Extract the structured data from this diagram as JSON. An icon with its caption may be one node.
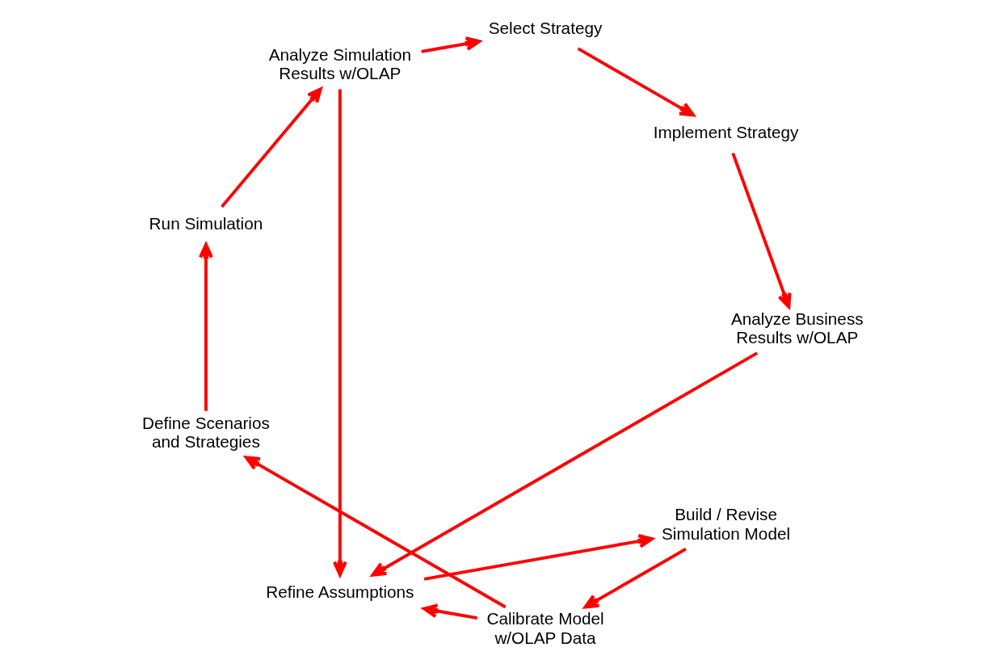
{
  "diagram": {
    "nodes": [
      {
        "text": [
          "Build / Revise Simulation Model"
        ]
      },
      {
        "text": [
          "Calibrate Model w/OLAP Data"
        ]
      },
      {
        "text": [
          "Refine Assumptions"
        ]
      },
      {
        "text": [
          "Define Scenarios and Strategies"
        ]
      },
      {
        "text": [
          "Run Simulation"
        ]
      },
      {
        "text": [
          "Analyze Business Results w/OLAP"
        ]
      },
      {
        "text": [
          "Implement Strategy"
        ]
      },
      {
        "text": [
          "Analyze Simulation Results w/OLAP"
        ]
      },
      {
        "text": [
          "Select Strategy"
        ]
      }
    ],
    "edges": [
      {
        "from": 2,
        "to": 0,
        "arrow": "to"
      },
      {
        "from": 0,
        "to": 1,
        "arrow": "to"
      },
      {
        "from": 1,
        "to": 2,
        "arrow": "to"
      },
      {
        "from": 1,
        "to": 3,
        "arrow": "to"
      },
      {
        "from": 3,
        "to": 4,
        "arrow": "to"
      },
      {
        "from": 4,
        "to": 7,
        "arrow": "to"
      },
      {
        "from": 7,
        "to": 2,
        "arrow": "to"
      },
      {
        "from": 7,
        "to": 8,
        "arrow": "to"
      },
      {
        "from": 8,
        "to": 6,
        "arrow": "to"
      },
      {
        "from": 6,
        "to": 5,
        "arrow": "to"
      },
      {
        "from": 5,
        "to": 2,
        "arrow": "to"
      }
    ]
  }
}
